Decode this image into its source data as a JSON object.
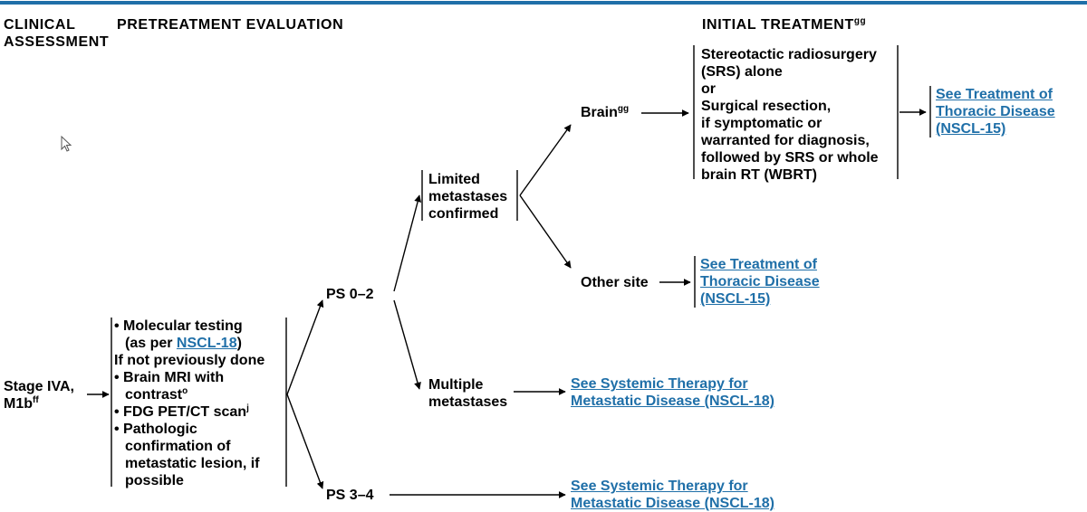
{
  "colors": {
    "rule": "#1f6fa8",
    "link": "#1f6fa8",
    "text": "#000000",
    "lines": "#000000"
  },
  "headers": {
    "clinical_line1": "CLINICAL",
    "clinical_line2": "ASSESSMENT",
    "pretreatment": "PRETREATMENT EVALUATION",
    "initial": "INITIAL TREATMENT",
    "initial_sup": "gg"
  },
  "stage": {
    "line1": "Stage IVA,",
    "line2": "M1b",
    "line2_sup": "ff"
  },
  "evaluation": {
    "l1": "• Molecular testing",
    "l2_pre": "(as per ",
    "l2_link": "NSCL-18",
    "l2_post": ")",
    "l3": "If not previously done",
    "l4": "• Brain MRI with",
    "l5": "contrast",
    "l5_sup": "o",
    "l6": "• FDG PET/CT scan",
    "l6_sup": "j",
    "l7": "• Pathologic",
    "l8": "confirmation of",
    "l9": "metastatic lesion, if",
    "l10": "possible"
  },
  "ps_0_2": "PS 0–2",
  "ps_3_4": "PS 3–4",
  "limited": {
    "l1": "Limited",
    "l2": "metastases",
    "l3": "confirmed"
  },
  "multiple": {
    "l1": "Multiple",
    "l2": "metastases"
  },
  "brain": {
    "label": "Brain",
    "sup": "gg"
  },
  "other_site": "Other site",
  "srs_box": {
    "l1": "Stereotactic radiosurgery",
    "l2": "(SRS) alone",
    "l3": "or",
    "l4": "Surgical resection,",
    "l5": "if symptomatic or",
    "l6": "warranted for diagnosis,",
    "l7": "followed by SRS or whole",
    "l8": "brain RT (WBRT)"
  },
  "links": {
    "thoracic_1": {
      "l1": "See Treatment of",
      "l2": "Thoracic Disease",
      "l3": "(NSCL-15)"
    },
    "thoracic_2": {
      "l1": "See Treatment of",
      "l2": "Thoracic Disease",
      "l3": "(NSCL-15)"
    },
    "systemic_1": {
      "l1": "See Systemic Therapy for",
      "l2": "Metastatic Disease (NSCL-18)"
    },
    "systemic_2": {
      "l1": "See Systemic Therapy for",
      "l2": "Metastatic Disease (NSCL-18)"
    }
  }
}
